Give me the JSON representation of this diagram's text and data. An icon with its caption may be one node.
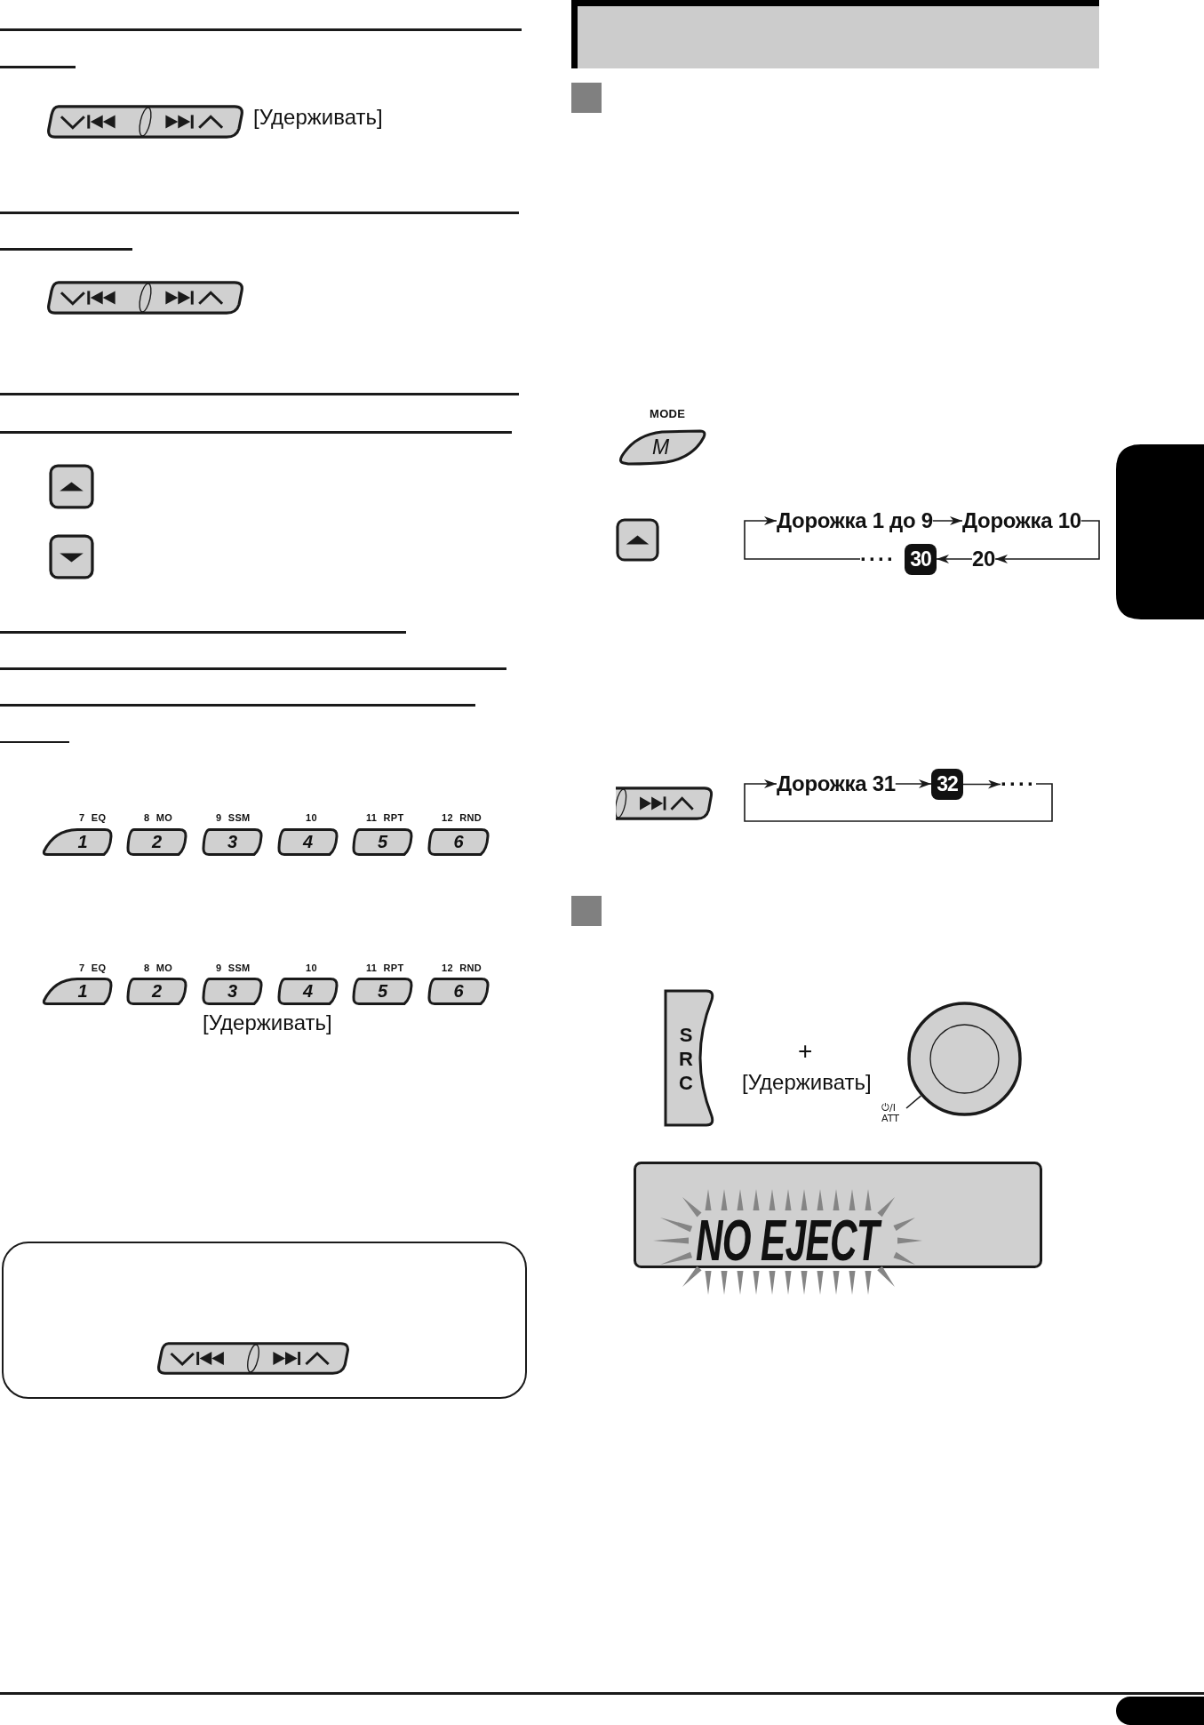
{
  "diagram": {
    "nodes": [
      {
        "text": [
          "1"
        ],
        "beside": [
          "7 EQ"
        ]
      },
      {
        "text": [
          "2"
        ],
        "beside": [
          "8 MO"
        ]
      },
      {
        "text": [
          "3"
        ],
        "beside": [
          "9 SSM"
        ]
      },
      {
        "text": [
          "4"
        ],
        "beside": [
          "10"
        ]
      },
      {
        "text": [
          "5"
        ],
        "beside": [
          "11 RPT"
        ]
      },
      {
        "text": [
          "6"
        ],
        "beside": [
          "12 RND"
        ]
      },
      {
        "text": [
          "1"
        ],
        "beside": [
          "7 EQ"
        ]
      },
      {
        "text": [
          "2"
        ],
        "beside": [
          "8 MO"
        ]
      },
      {
        "text": [
          "3"
        ],
        "beside": [
          "9 SSM"
        ]
      },
      {
        "text": [
          "4"
        ],
        "beside": [
          "10"
        ]
      },
      {
        "text": [
          "5"
        ],
        "beside": [
          "11 RPT"
        ]
      },
      {
        "text": [
          "6"
        ],
        "beside": [
          "12 RND"
        ]
      },
      {
        "text": [
          "M"
        ],
        "beside": [
          "MODE"
        ]
      },
      {
        "text": [
          "Дорожка 1 до 9"
        ]
      },
      {
        "text": [
          "Дорожка 10"
        ]
      },
      {
        "text": [
          "20"
        ]
      },
      {
        "text": [
          "30"
        ]
      },
      {
        "text": [
          "····"
        ]
      },
      {
        "text": [
          "Дорожка 31"
        ]
      },
      {
        "text": [
          "32"
        ]
      },
      {
        "text": [
          "····"
        ]
      },
      {
        "text": [
          "S R C"
        ]
      },
      {
        "text": [
          "⏻/I ATT"
        ]
      },
      {
        "text": [],
        "shape": "circle"
      },
      {
        "text": [
          "NO EJECT"
        ]
      },
      {
        "text": [],
        "shape": "box"
      }
    ],
    "edges": [
      {
        "from": 13,
        "to": 14,
        "arrow": "to"
      },
      {
        "from": 14,
        "to": 15,
        "arrow": "to"
      },
      {
        "from": 15,
        "to": 16,
        "arrow": "to"
      },
      {
        "from": 17,
        "to": 13,
        "arrow": "to"
      },
      {
        "from": 18,
        "to": 19,
        "arrow": "to"
      },
      {
        "from": 19,
        "to": 20,
        "arrow": "to"
      },
      {
        "from": 20,
        "to": 18,
        "arrow": "to"
      },
      {
        "from": 22,
        "to": 23,
        "arrow": "none"
      }
    ],
    "labels": [
      "[Удерживать]",
      "[Удерживать]",
      "+",
      "[Удерживать]"
    ]
  }
}
